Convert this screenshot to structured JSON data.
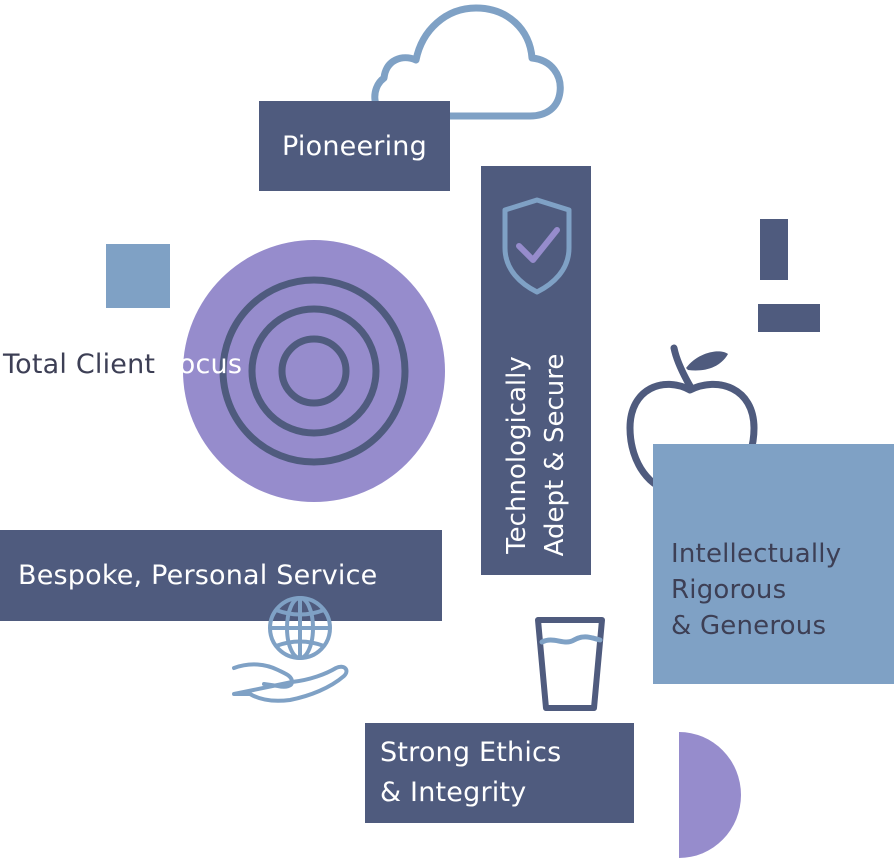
{
  "values": {
    "pioneering": "Pioneering",
    "technologically_line1": "Technologically",
    "technologically_line2": "Adept & Secure",
    "total_client_focus_part1": "Total Client ",
    "total_client_focus_part2": "Focus",
    "bespoke": "Bespoke, Personal Service",
    "intellectually_line1": "Intellectually",
    "intellectually_line2": "Rigorous",
    "intellectually_line3": "& Generous",
    "ethics_line1": "Strong Ethics",
    "ethics_line2": "& Integrity"
  },
  "icons": {
    "cloud": "cloud-icon",
    "shield": "shield-check-icon",
    "target": "target-icon",
    "apple": "apple-icon",
    "globe_hand": "globe-in-hand-icon",
    "glass": "water-glass-icon"
  },
  "colors": {
    "dark_box": "#4f5b7e",
    "light_box": "#7fa1c5",
    "purple": "#968ccc",
    "outline_light": "#7fa1c5",
    "outline_dark": "#4f5b7e",
    "text_dark": "#3d3f55"
  }
}
